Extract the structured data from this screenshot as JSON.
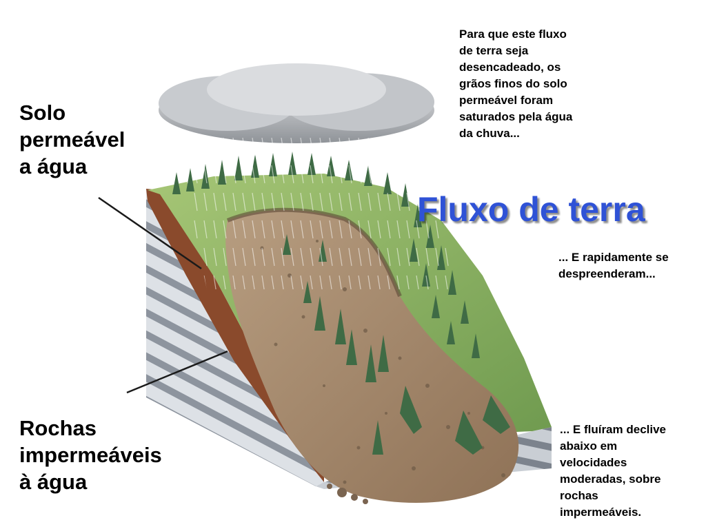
{
  "title": "Fluxo de terra",
  "labels": {
    "soil_permeable": [
      "Solo",
      "permeável",
      "a água"
    ],
    "impermeable_rocks": [
      "Rochas",
      "impermeáveis",
      "à água"
    ]
  },
  "captions": {
    "trigger": [
      "Para que este fluxo",
      "de terra seja",
      "desencadeado, os",
      "grãos finos do solo",
      "permeável foram",
      "saturados pela água",
      "da chuva..."
    ],
    "detach": [
      "... E rapidamente se",
      "despreenderam..."
    ],
    "flow": [
      "... E fluíram declive",
      "abaixo em",
      "velocidades",
      "moderadas, sobre",
      "rochas",
      "impermeáveis."
    ]
  },
  "colors": {
    "title": "#2f52d6",
    "soil_layer": "#8a4a2c",
    "grass": "#8fb560",
    "mud": "#a98d70",
    "rock_light": "#d8dde3",
    "rock_dark": "#8e959f",
    "tree": "#3f6b45",
    "cloud": "#b9bcc0"
  }
}
